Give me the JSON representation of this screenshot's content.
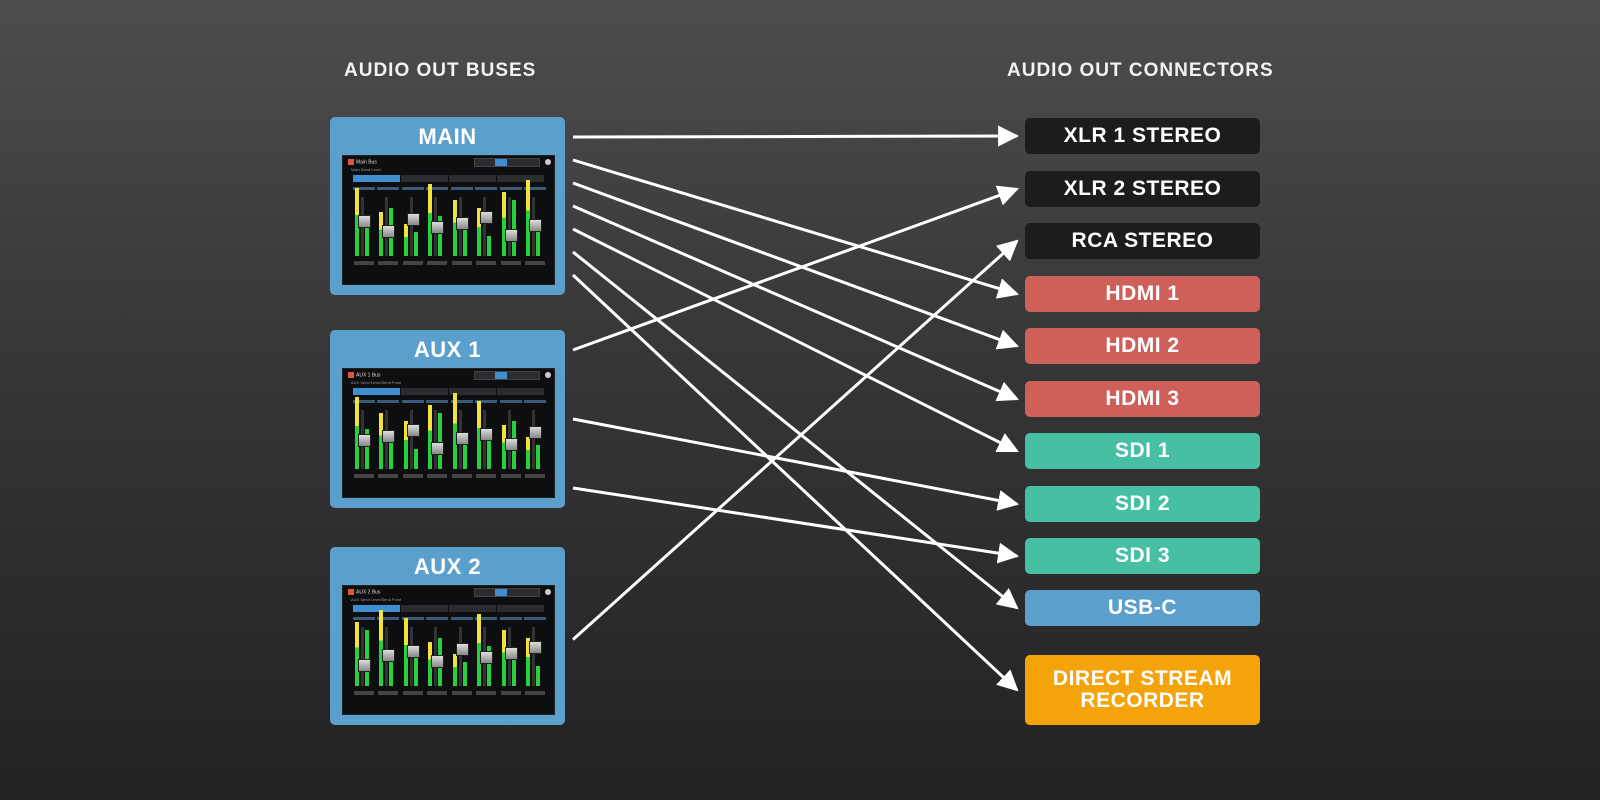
{
  "headings": {
    "left": "AUDIO OUT BUSES",
    "right": "AUDIO OUT CONNECTORS"
  },
  "buses": [
    {
      "id": "main",
      "title": "MAIN",
      "panel_title": "Main Bus",
      "panel_subtitle": "Main Send Level"
    },
    {
      "id": "aux1",
      "title": "AUX 1",
      "panel_title": "AUX 1 Bus",
      "panel_subtitle": "AUX Send Level/Send Point"
    },
    {
      "id": "aux2",
      "title": "AUX 2",
      "panel_title": "AUX 2 Bus",
      "panel_subtitle": "AUX Send Level/Send Point"
    }
  ],
  "connectors": [
    {
      "id": "xlr1",
      "label": "XLR 1 STEREO",
      "color": "#1c1b1d"
    },
    {
      "id": "xlr2",
      "label": "XLR 2 STEREO",
      "color": "#1c1b1d"
    },
    {
      "id": "rca",
      "label": "RCA STEREO",
      "color": "#1c1b1d"
    },
    {
      "id": "hdmi1",
      "label": "HDMI 1",
      "color": "#cf5f59"
    },
    {
      "id": "hdmi2",
      "label": "HDMI 2",
      "color": "#cf5f59"
    },
    {
      "id": "hdmi3",
      "label": "HDMI 3",
      "color": "#cf5f59"
    },
    {
      "id": "sdi1",
      "label": "SDI 1",
      "color": "#47bfa3"
    },
    {
      "id": "sdi2",
      "label": "SDI 2",
      "color": "#47bfa3"
    },
    {
      "id": "sdi3",
      "label": "SDI 3",
      "color": "#47bfa3"
    },
    {
      "id": "usbc",
      "label": "USB-C",
      "color": "#5b9fcc"
    },
    {
      "id": "dsr",
      "label": "DIRECT STREAM RECORDER",
      "color": "#f4a30b"
    }
  ],
  "routes": [
    {
      "from": "main",
      "to": "xlr1"
    },
    {
      "from": "main",
      "to": "hdmi1"
    },
    {
      "from": "main",
      "to": "hdmi2"
    },
    {
      "from": "main",
      "to": "hdmi3"
    },
    {
      "from": "main",
      "to": "sdi1"
    },
    {
      "from": "main",
      "to": "usbc"
    },
    {
      "from": "main",
      "to": "dsr"
    },
    {
      "from": "aux1",
      "to": "xlr2"
    },
    {
      "from": "aux1",
      "to": "sdi2"
    },
    {
      "from": "aux1",
      "to": "sdi3"
    },
    {
      "from": "aux2",
      "to": "rca"
    }
  ],
  "colors": {
    "arrow": "#ffffff",
    "bus_panel": "#5b9fcc"
  }
}
